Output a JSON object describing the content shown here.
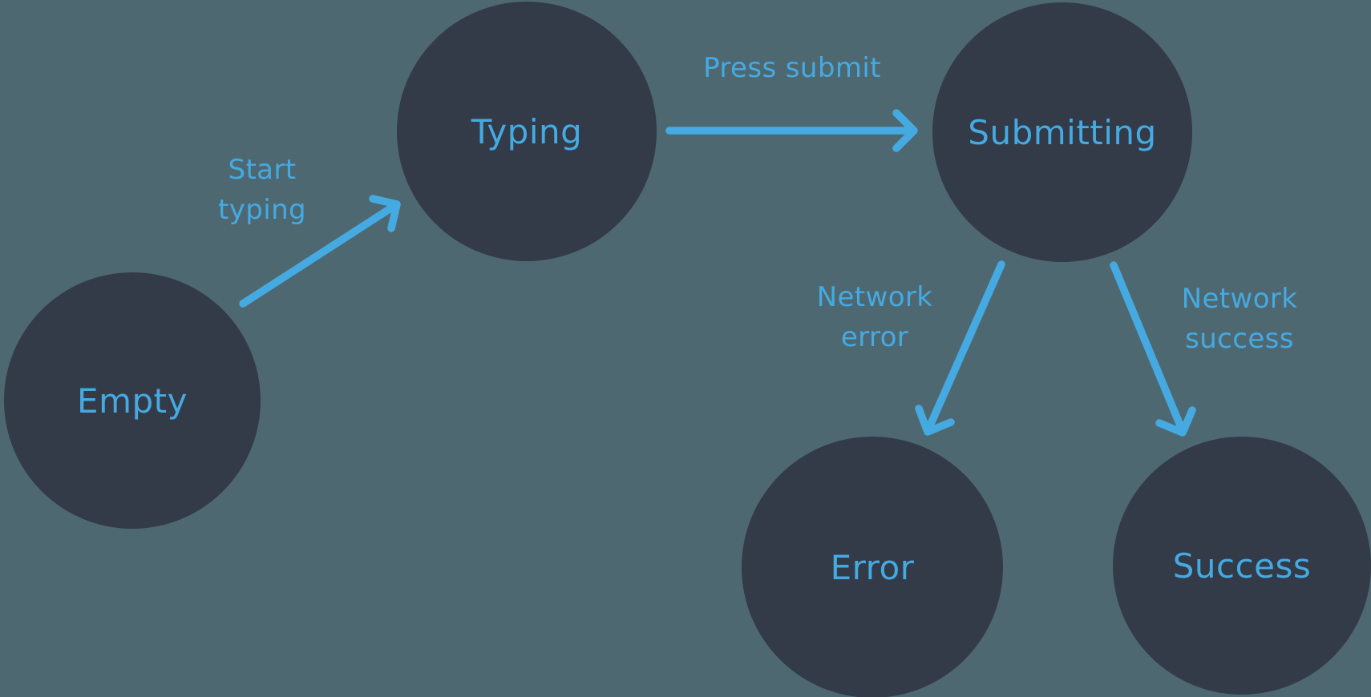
{
  "diagram": {
    "colors": {
      "background": "#4e6872",
      "node_fill": "#333a48",
      "accent": "#45aae2"
    },
    "nodes": [
      {
        "id": "empty",
        "label": "Empty"
      },
      {
        "id": "typing",
        "label": "Typing"
      },
      {
        "id": "submitting",
        "label": "Submitting"
      },
      {
        "id": "error",
        "label": "Error"
      },
      {
        "id": "success",
        "label": "Success"
      }
    ],
    "edges": [
      {
        "from": "empty",
        "to": "typing",
        "label": "Start typing",
        "lines": [
          "Start",
          "typing"
        ]
      },
      {
        "from": "typing",
        "to": "submitting",
        "label": "Press submit",
        "lines": [
          "Press submit"
        ]
      },
      {
        "from": "submitting",
        "to": "error",
        "label": "Network error",
        "lines": [
          "Network",
          "error"
        ]
      },
      {
        "from": "submitting",
        "to": "success",
        "label": "Network success",
        "lines": [
          "Network",
          "success"
        ]
      }
    ]
  }
}
